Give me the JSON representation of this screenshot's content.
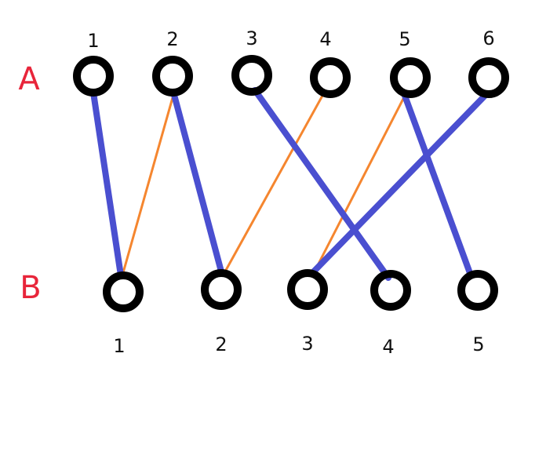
{
  "rows": {
    "top": {
      "label": "A",
      "nodes": [
        "1",
        "2",
        "3",
        "4",
        "5",
        "6"
      ]
    },
    "bottom": {
      "label": "B",
      "nodes": [
        "1",
        "2",
        "3",
        "4",
        "5"
      ]
    }
  },
  "edges": {
    "matched": [
      {
        "from": "A1",
        "to": "B1"
      },
      {
        "from": "A2",
        "to": "B2"
      },
      {
        "from": "A3",
        "to": "B4"
      },
      {
        "from": "A5",
        "to": "B5"
      },
      {
        "from": "A6",
        "to": "B3"
      }
    ],
    "unmatched": [
      {
        "from": "A2",
        "to": "B1"
      },
      {
        "from": "A4",
        "to": "B2"
      },
      {
        "from": "A5",
        "to": "B3"
      }
    ]
  },
  "colors": {
    "row_label": "#e8253a",
    "node_stroke": "#000000",
    "matched_edge": "#4a4fd0",
    "unmatched_edge": "#f5862f"
  }
}
